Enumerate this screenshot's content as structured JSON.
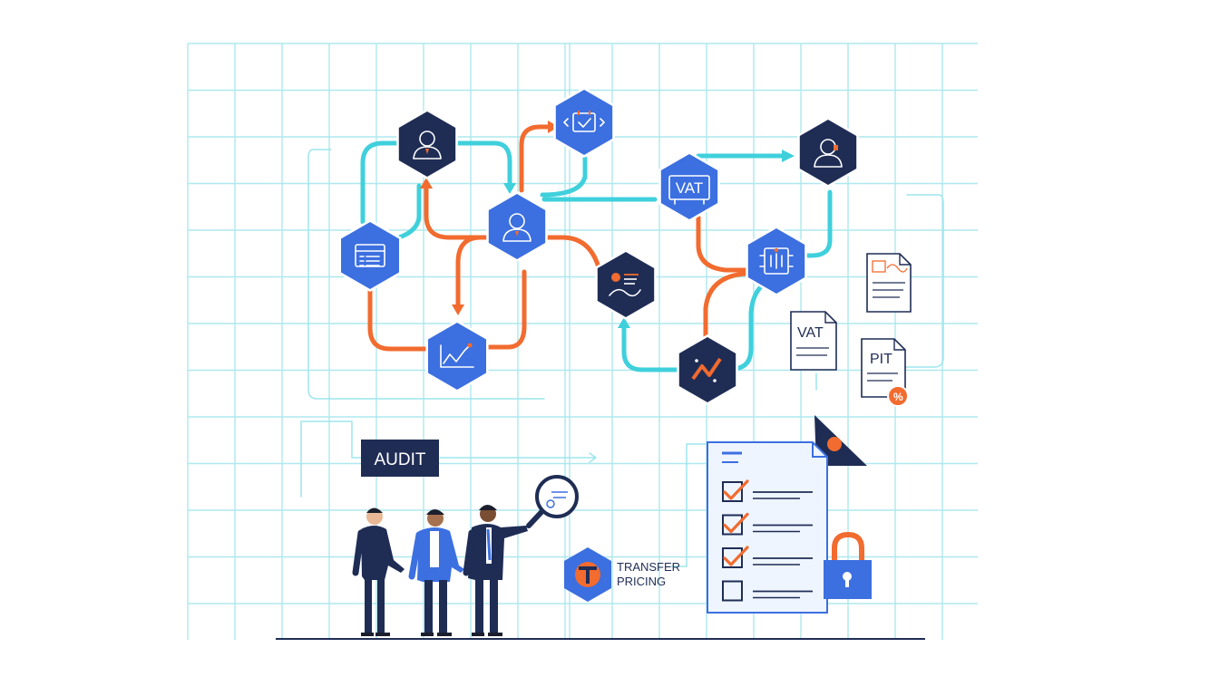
{
  "colors": {
    "navy": "#1f2d55",
    "blue": "#3c6fe0",
    "orange": "#f26b2f",
    "cyan": "#3fd0dc",
    "grid": "#aee8ee",
    "paper": "#eef5ff"
  },
  "nodes": [
    {
      "id": "node-person-top",
      "style": "navy",
      "icon": "person-icon"
    },
    {
      "id": "node-calendar",
      "style": "blue",
      "icon": "calendar-check-icon"
    },
    {
      "id": "node-vat-scanner",
      "style": "blue",
      "icon": "vat-scanner-icon"
    },
    {
      "id": "node-support-agent",
      "style": "navy",
      "icon": "headset-person-icon"
    },
    {
      "id": "node-form",
      "style": "blue",
      "icon": "form-document-icon"
    },
    {
      "id": "node-person-center",
      "style": "blue",
      "icon": "person-icon"
    },
    {
      "id": "node-analytics",
      "style": "navy",
      "icon": "analytics-icon"
    },
    {
      "id": "node-chip",
      "style": "blue",
      "icon": "chip-document-icon"
    },
    {
      "id": "node-growth-chart",
      "style": "blue",
      "icon": "growth-chart-icon"
    },
    {
      "id": "node-trend",
      "style": "navy",
      "icon": "trend-line-icon"
    }
  ],
  "labels": {
    "vat_node": "VAT",
    "audit": "AUDIT",
    "transfer_pricing_line1": "TRANSFER",
    "transfer_pricing_line2": "PRICING",
    "vat_doc": "VAT",
    "pit_doc": "PIT"
  },
  "icons": {
    "magnifier": "magnifier-icon",
    "checklist": "checklist-document-icon",
    "padlock": "padlock-icon",
    "tax_badge": "tax-badge-icon",
    "flag": "flag-icon",
    "invoice": "invoice-document-icon"
  },
  "checklist": {
    "items": [
      {
        "checked": true
      },
      {
        "checked": true
      },
      {
        "checked": true
      },
      {
        "checked": false
      }
    ]
  },
  "people": [
    {
      "role": "presenter-left"
    },
    {
      "role": "presenter-middle"
    },
    {
      "role": "presenter-right"
    }
  ]
}
